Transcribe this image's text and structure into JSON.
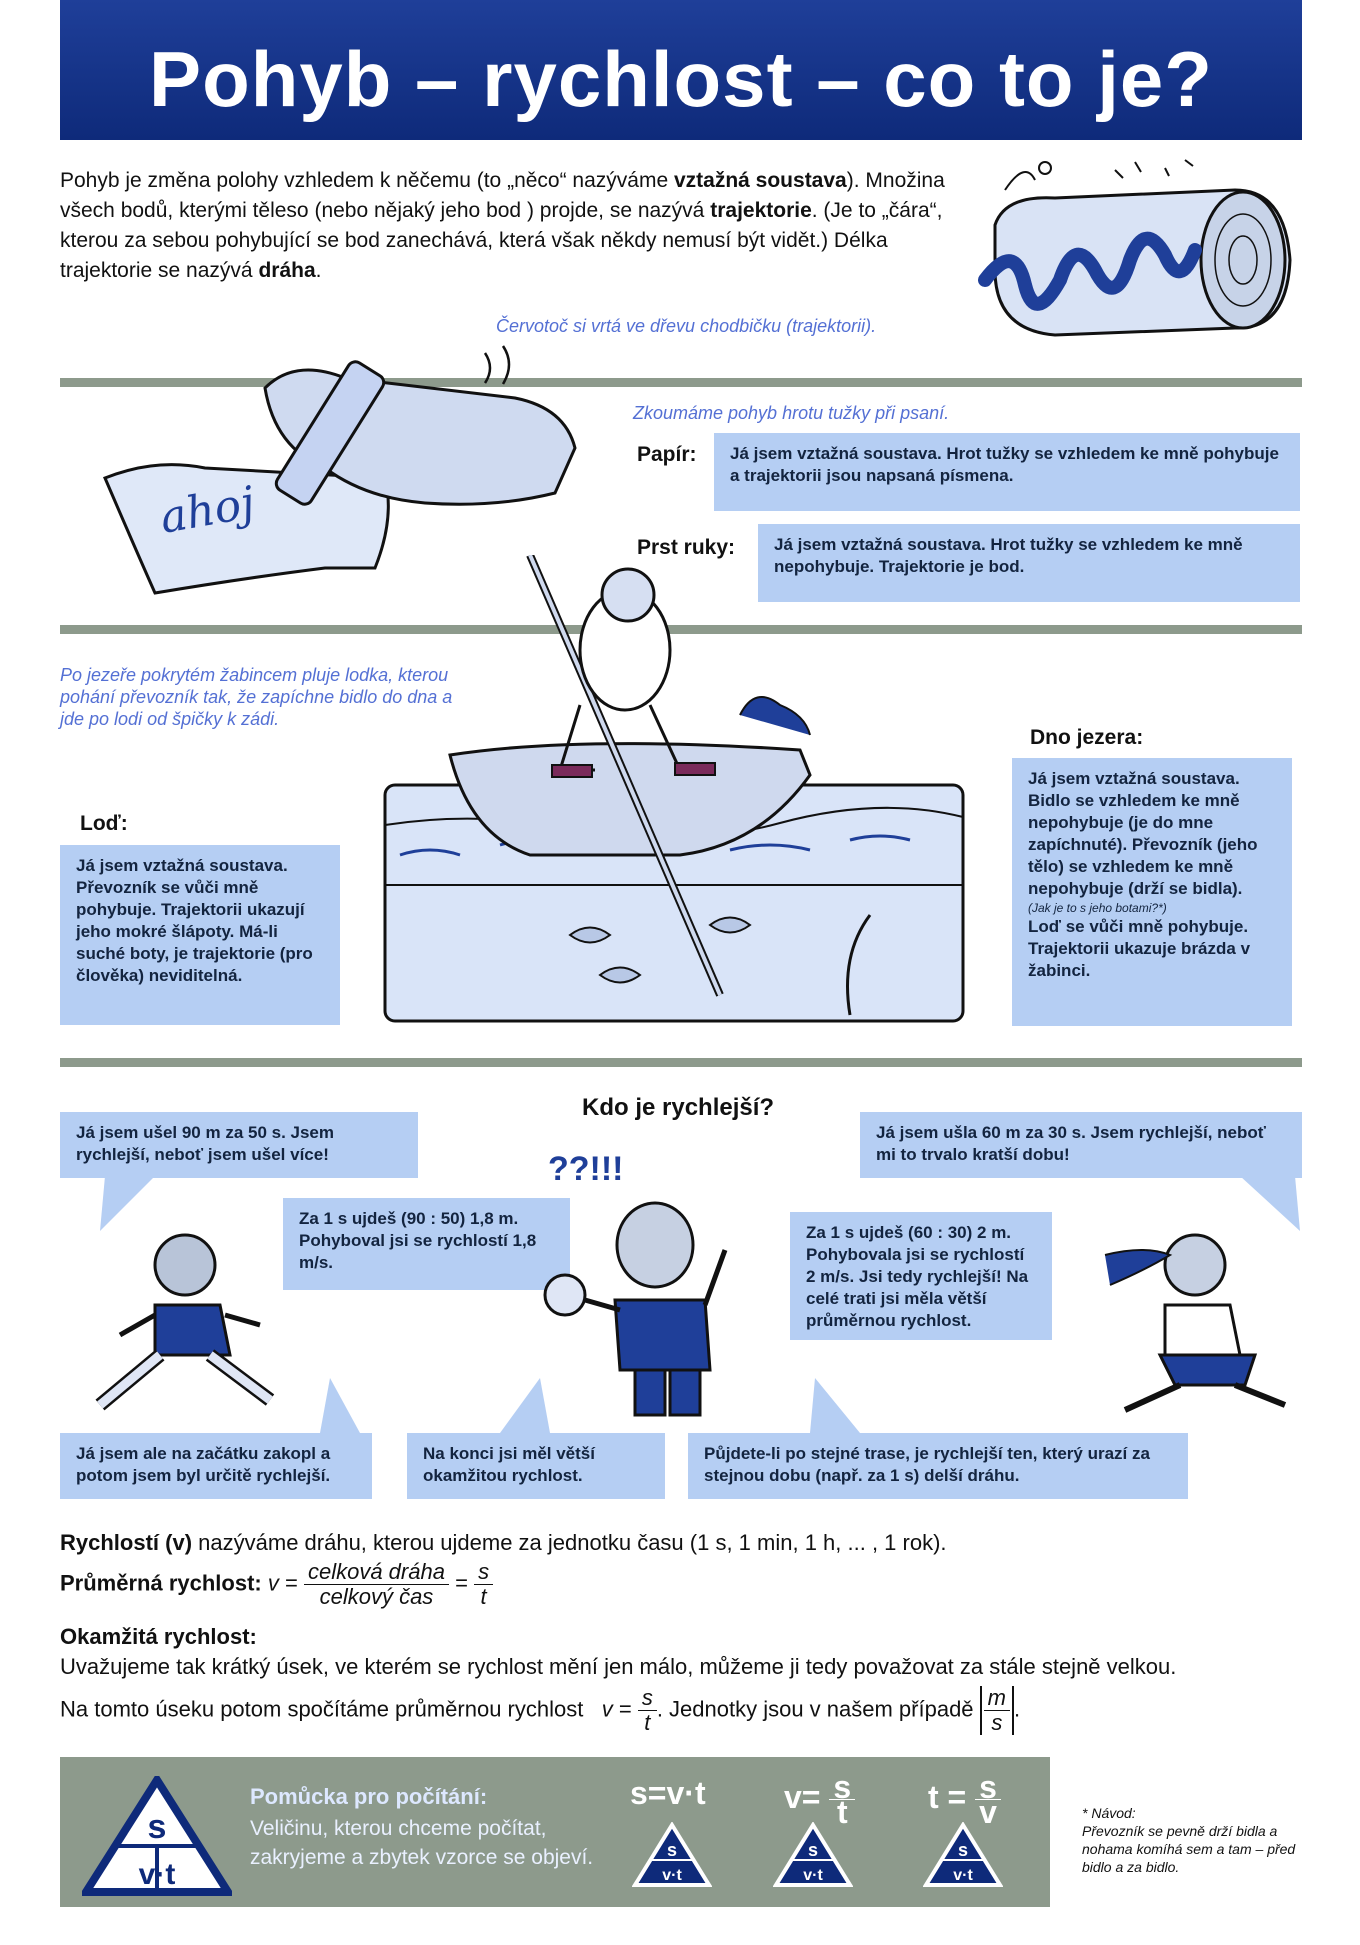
{
  "title": "Pohyb – rychlost – co to je?",
  "intro": {
    "p1": "Pohyb je změna polohy vzhledem k něčemu (to „něco“ nazýváme",
    "p1_bold": "vztažná soustava",
    "p1_end": ").",
    "p2": "Množina všech bodů, kterými těleso (nebo nějaký jeho bod ) projde, se nazývá",
    "p2_bold": "trajektorie",
    "p2_end": ". (Je to „čára“, kterou za sebou pohybující se bod zanechává, která však někdy nemusí být vidět.) Délka trajektorie se nazývá",
    "p3_bold": "dráha",
    "p3_end": "."
  },
  "caption_worm": "Červotoč si vrtá ve dřevu chodbičku (trajektorii).",
  "pencil": {
    "caption": "Zkoumáme pohyb hrotu tužky při psaní.",
    "paper_word": "ahoj",
    "paper_label": "Papír",
    "paper_text": "Já jsem vztažná soustava. Hrot tužky se vzhledem ke mně pohybuje a trajektorii jsou napsaná písmena.",
    "finger_label": "Prst ruky",
    "finger_text": "Já jsem vztažná soustava. Hrot tužky se vzhledem ke mně nepohybuje. Trajektorie je bod."
  },
  "boat": {
    "caption": "Po jezeře pokrytém žabincem pluje lodka, kterou pohání převozník tak, že zapíchne bidlo do dna a jde po lodi od špičky k zádi.",
    "boat_label": "Loď",
    "boat_text": "Já jsem vztažná soustava. Převozník se vůči mně pohybuje. Trajektorii ukazují jeho mokré šlápoty. Má-li suché boty, je trajektorie (pro člověka) neviditelná.",
    "lake_label": "Dno jezera",
    "lake_text": "Já jsem vztažná soustava. Bidlo se vzhledem ke mně nepohybuje (je do mne zapíchnuté). Převozník (jeho tělo) se vzhledem ke mně nepohybuje (drží se bidla).",
    "lake_small": "(Jak je to s jeho botami?*)",
    "lake_text2": "Loď se vůči mně pohybuje. Trajektorii ukazuje brázda v žabinci."
  },
  "race": {
    "heading": "Kdo je rychlejší?",
    "bubble_left": "Já jsem ušel 90 m za 50 s. Jsem rychlejší, neboť jsem ušel více!",
    "bubble_right": "Já jsem ušla 60 m za 30 s. Jsem rychlejší, neboť mi to trvalo kratší dobu!",
    "calc_left": "Za 1 s ujdeš (90 : 50) 1,8 m. Pohyboval jsi se rychlostí 1,8 m/s.",
    "calc_right": "Za 1 s ujdeš (60 : 30) 2 m. Pohybovala jsi se rychlostí 2 m/s. Jsi tedy rychlejší! Na celé trati jsi měla větší průměrnou rychlost.",
    "exclaim": "??!!!",
    "bottom_1": "Já jsem ale na začátku zakopl a potom jsem byl určitě rychlejší.",
    "bottom_2": "Na konci jsi měl větší okamžitou rychlost.",
    "bottom_3": "Půjdete-li po stejné trase, je rychlejší ten, který urazí za stejnou dobu (např. za 1 s) delší dráhu."
  },
  "defs": {
    "speed_bold": "Rychlostí (v)",
    "speed_text": "nazýváme dráhu, kterou ujdeme za jednotku času (1 s, 1 min, 1 h, ... , 1 rok).",
    "avg_label": "Průměrná rychlost:",
    "v": "v",
    "eq": "=",
    "total_dist": "celková dráha",
    "total_time": "celkový čas",
    "s": "s",
    "t": "t",
    "inst_label": "Okamžitá rychlost:",
    "inst_line1": "Uvažujeme tak krátký úsek, ve kterém se rychlost mění jen málo, můžeme ji tedy považovat za stále stejně velkou.",
    "inst_line2": "Na tomto úseku potom spočítáme průměrnou rychlost",
    "units_text": ". Jednotky jsou v našem případě",
    "unit_m": "m",
    "unit_s": "s",
    "period": "."
  },
  "helper": {
    "title": "Pomůcka pro počítání:",
    "text": "Veličinu, kterou chceme počítat, zakryjeme a zbytek vzorce se objeví.",
    "f1": "s=v·t",
    "f2_left": "v=",
    "f3_left": "t =",
    "tri_s": "s",
    "tri_vt": "v·t"
  },
  "note": {
    "title": "* Návod:",
    "text": "Převozník se pevně drží bidla a nohama komíhá sem a tam – před bidlo a za bidlo."
  },
  "colors": {
    "title_blue": "#0e2a7a",
    "box_blue": "#b5cef3",
    "rule_gray": "#8d9a8c",
    "caption_blue": "#5470d4"
  }
}
